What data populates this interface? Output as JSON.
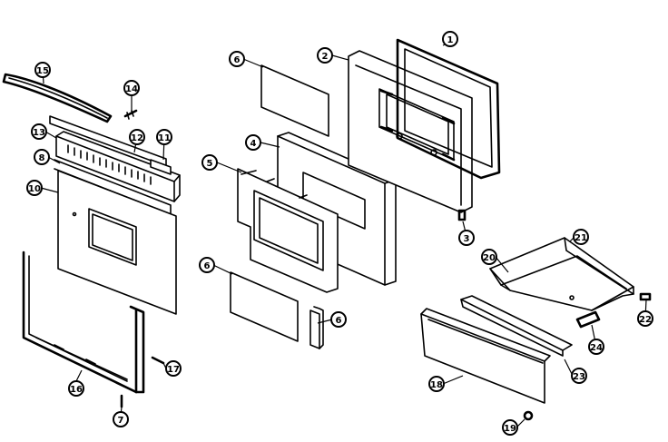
{
  "callouts": [
    {
      "id": "c1",
      "label": "1"
    },
    {
      "id": "c2",
      "label": "2"
    },
    {
      "id": "c3",
      "label": "3"
    },
    {
      "id": "c4",
      "label": "4"
    },
    {
      "id": "c5",
      "label": "5"
    },
    {
      "id": "c6a",
      "label": "6"
    },
    {
      "id": "c6b",
      "label": "6"
    },
    {
      "id": "c6c",
      "label": "6"
    },
    {
      "id": "c7",
      "label": "7"
    },
    {
      "id": "c8",
      "label": "8"
    },
    {
      "id": "c10",
      "label": "10"
    },
    {
      "id": "c11",
      "label": "11"
    },
    {
      "id": "c12",
      "label": "12"
    },
    {
      "id": "c13",
      "label": "13"
    },
    {
      "id": "c14",
      "label": "14"
    },
    {
      "id": "c15",
      "label": "15"
    },
    {
      "id": "c16",
      "label": "16"
    },
    {
      "id": "c17",
      "label": "17"
    },
    {
      "id": "c18",
      "label": "18"
    },
    {
      "id": "c19",
      "label": "19"
    },
    {
      "id": "c20",
      "label": "20"
    },
    {
      "id": "c21",
      "label": "21"
    },
    {
      "id": "c22",
      "label": "22"
    },
    {
      "id": "c23",
      "label": "23"
    },
    {
      "id": "c24",
      "label": "24"
    }
  ]
}
